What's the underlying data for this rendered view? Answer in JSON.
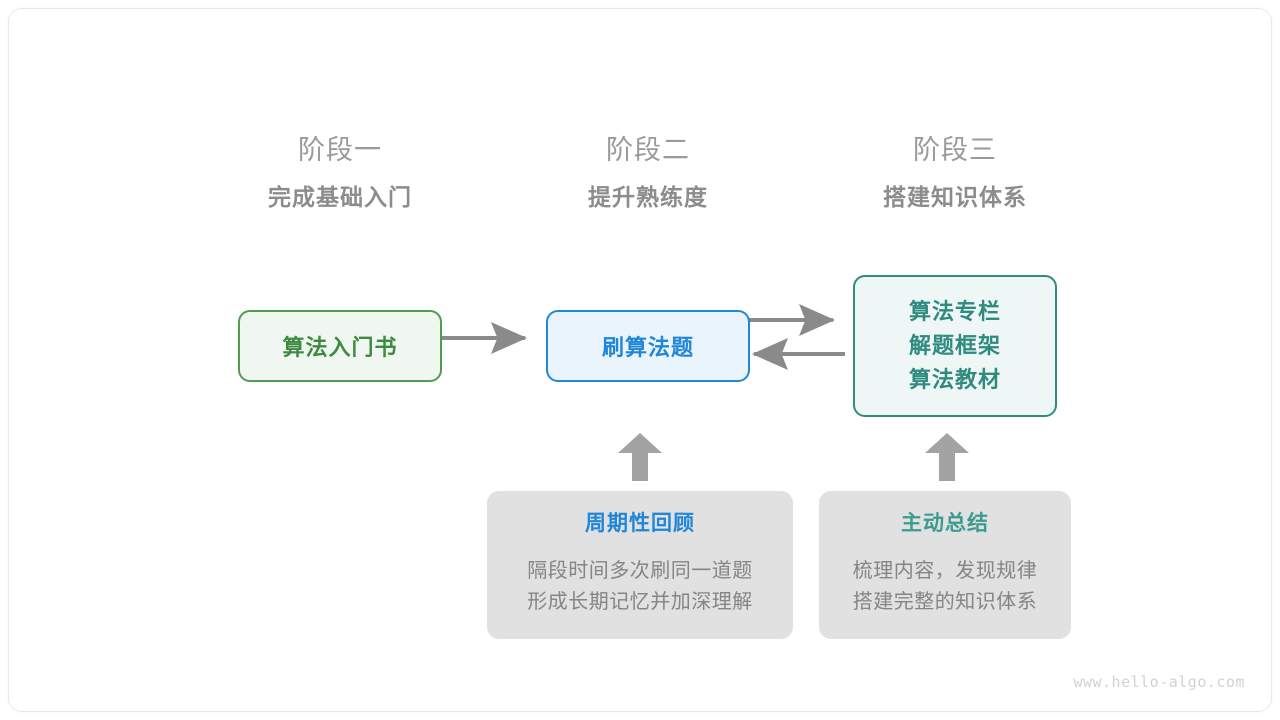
{
  "watermark": "www.hello-algo.com",
  "colors": {
    "green": "#3f8a42",
    "green_border": "#529b53",
    "green_fill": "#f0f7f0",
    "blue": "#2086d8",
    "blue_border": "#1f88d9",
    "blue_fill": "#e9f4fd",
    "teal": "#2f8b80",
    "teal_fill": "#eef7f5",
    "arrow_gray": "#8a8a8a",
    "card_gray": "#e1e1e1",
    "heading_gray": "#8c8c8c"
  },
  "stages": [
    {
      "index": "阶段一",
      "title": "完成基础入门"
    },
    {
      "index": "阶段二",
      "title": "提升熟练度"
    },
    {
      "index": "阶段三",
      "title": "搭建知识体系"
    }
  ],
  "flow": {
    "book": {
      "label": "算法入门书"
    },
    "practice": {
      "label": "刷算法题"
    },
    "resources": {
      "line1": "算法专栏",
      "line2": "解题框架",
      "line3": "算法教材"
    }
  },
  "arrows": [
    {
      "name": "book-to-practice",
      "direction": "right"
    },
    {
      "name": "practice-to-resources",
      "direction": "right"
    },
    {
      "name": "resources-to-practice",
      "direction": "left"
    },
    {
      "name": "review-to-practice",
      "direction": "up"
    },
    {
      "name": "summary-to-resources",
      "direction": "up"
    }
  ],
  "notes": [
    {
      "title": "周期性回顾",
      "line1": "隔段时间多次刷同一道题",
      "line2": "形成长期记忆并加深理解"
    },
    {
      "title": "主动总结",
      "line1": "梳理内容，发现规律",
      "line2": "搭建完整的知识体系"
    }
  ]
}
